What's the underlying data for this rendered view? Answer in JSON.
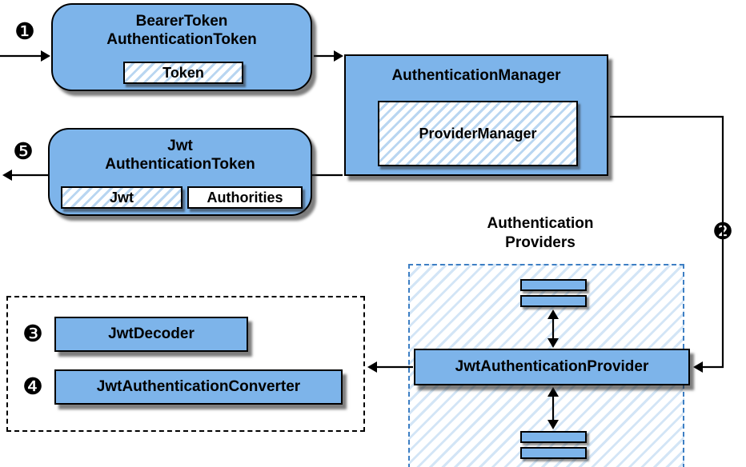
{
  "colors": {
    "node_blue": "#7db4ea",
    "hatch_stripe_blue": "#b9d6f1",
    "container_stripe_blue": "#d3e5f6",
    "dashed_border_blue": "#3d7fc4",
    "border_black": "#000000"
  },
  "steps": {
    "s1": "❶",
    "s2": "❷",
    "s3": "❸",
    "s4": "❹",
    "s5": "❺"
  },
  "nodes": {
    "bearer_token": {
      "line1": "BearerToken",
      "line2": "AuthenticationToken",
      "inner": "Token"
    },
    "authentication_manager": {
      "title": "AuthenticationManager",
      "inner": "ProviderManager"
    },
    "jwt_authentication_token": {
      "line1": "Jwt",
      "line2": "AuthenticationToken",
      "inner_jwt": "Jwt",
      "inner_authorities": "Authorities"
    },
    "jwt_authentication_provider": {
      "title": "JwtAuthenticationProvider"
    },
    "jwt_decoder": {
      "title": "JwtDecoder"
    },
    "jwt_authentication_converter": {
      "title": "JwtAuthenticationConverter"
    }
  },
  "labels": {
    "authentication_providers": {
      "line1": "Authentication",
      "line2": "Providers"
    }
  }
}
